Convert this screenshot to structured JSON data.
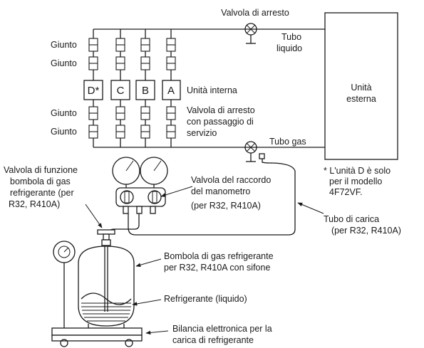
{
  "labels": {
    "valvola_arresto": "Valvola di arresto",
    "tubo_liquido": [
      "Tubo",
      "liquido"
    ],
    "giunto": "Giunto",
    "unita_interna": "Unità interna",
    "unita_esterna": [
      "Unità",
      "esterna"
    ],
    "valvola_servizio": [
      "Valvola di arresto",
      "con passaggio di",
      "servizio"
    ],
    "tubo_gas": "Tubo gas",
    "nota_unita_d": [
      "* L'unità D è solo",
      "per il modello",
      "4F72VF."
    ],
    "valvola_funzione": [
      "Valvola di funzione",
      "bombola di gas",
      "refrigerante (per",
      "R32, R410A)"
    ],
    "valvola_raccordo": [
      "Valvola del raccordo",
      "del manometro",
      "(per R32, R410A)"
    ],
    "tubo_carica": [
      "Tubo di carica",
      "(per R32, R410A)"
    ],
    "bombola": [
      "Bombola di gas refrigerante",
      "per R32, R410A con sifone"
    ],
    "refrigerante": "Refrigerante (liquido)",
    "bilancia": [
      "Bilancia elettronica per la",
      "carica di refrigerante"
    ]
  },
  "units": [
    "D*",
    "C",
    "B",
    "A"
  ]
}
